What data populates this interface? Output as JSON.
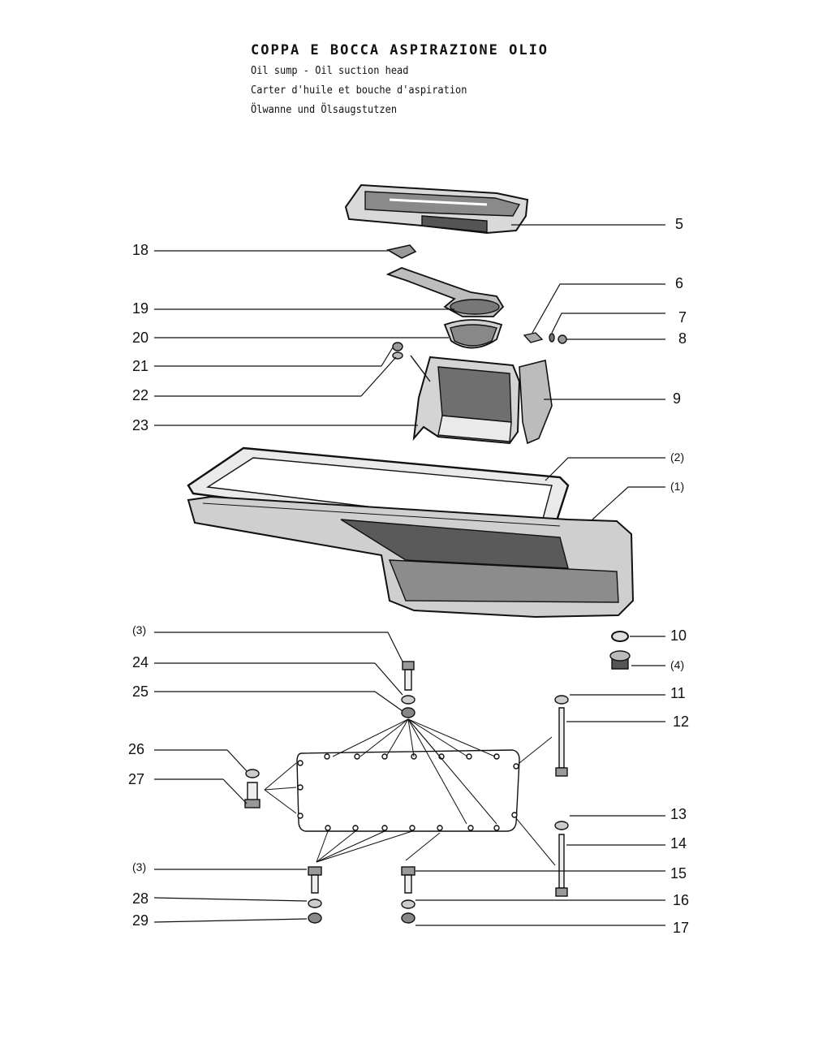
{
  "title": "COPPA E BOCCA ASPIRAZIONE OLIO",
  "subtitles": [
    "Oil sump - Oil suction head",
    "Carter d'huile et bouche d'aspiration",
    "Ölwanne und Ölsaugstutzen"
  ],
  "callouts": {
    "c5": "5",
    "c6": "6",
    "c7": "7",
    "c8": "8",
    "c9": "9",
    "c18": "18",
    "c19": "19",
    "c20": "20",
    "c21": "21",
    "c22": "22",
    "c23": "23",
    "c_2": "(2)",
    "c_1": "(1)",
    "c_3a": "(3)",
    "c24": "24",
    "c25": "25",
    "c26": "26",
    "c27": "27",
    "c_3b": "(3)",
    "c28": "28",
    "c29": "29",
    "c10": "10",
    "c_4": "(4)",
    "c11": "11",
    "c12": "12",
    "c13": "13",
    "c14": "14",
    "c15": "15",
    "c16": "16",
    "c17": "17"
  }
}
